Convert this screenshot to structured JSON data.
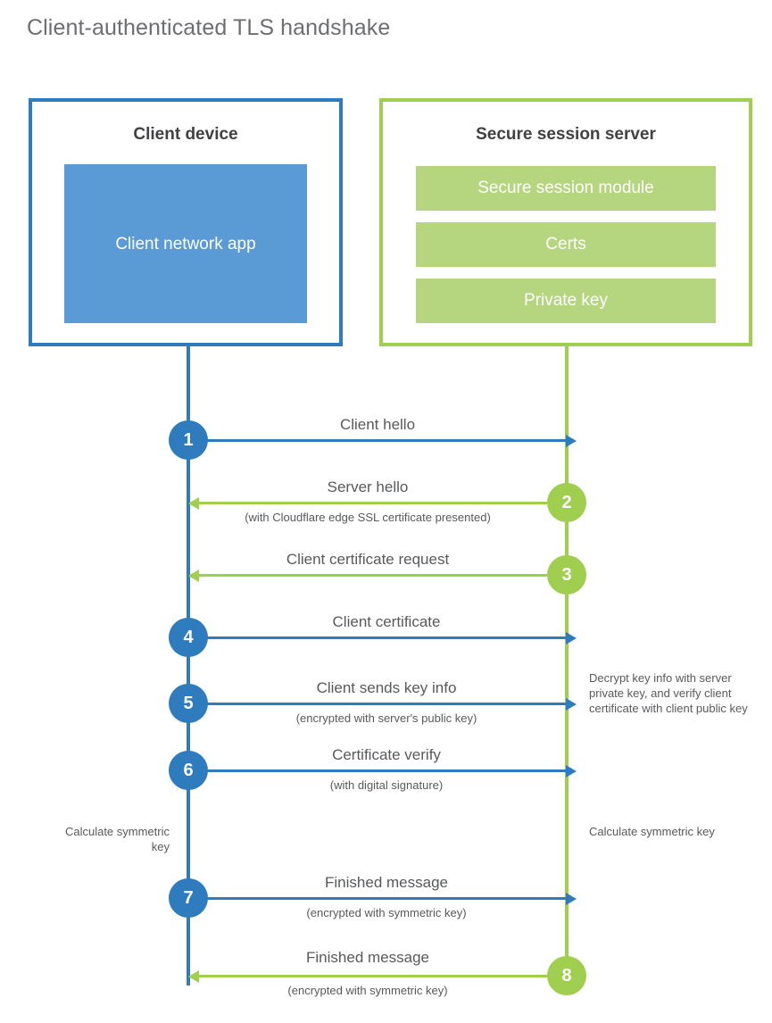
{
  "page": {
    "title": "Client-authenticated TLS handshake"
  },
  "colors": {
    "client_blue": "#2E7CBD",
    "client_app_fill": "#5B9BD5",
    "server_green": "#A0CE4E",
    "server_bar_fill": "#B5D67E",
    "text_gray": "#58595b",
    "heading_gray": "#6d6e71",
    "box_title_gray": "#414042"
  },
  "client": {
    "title": "Client device",
    "app_label": "Client network app"
  },
  "server": {
    "title": "Secure session server",
    "components": [
      {
        "label": "Secure session module"
      },
      {
        "label": "Certs"
      },
      {
        "label": "Private key"
      }
    ]
  },
  "notes": {
    "server_decrypt": "Decrypt key info with server private key, and verify client certificate with client public key",
    "client_calculate": "Calculate symmetric key",
    "server_calculate": "Calculate symmetric key"
  },
  "steps": [
    {
      "number": "1",
      "label": "Client hello",
      "sublabel": "",
      "direction": "client-to-server",
      "color": "blue"
    },
    {
      "number": "2",
      "label": "Server hello",
      "sublabel": "(with Cloudflare edge SSL certificate presented)",
      "direction": "server-to-client",
      "color": "green"
    },
    {
      "number": "3",
      "label": "Client certificate request",
      "sublabel": "",
      "direction": "server-to-client",
      "color": "green"
    },
    {
      "number": "4",
      "label": "Client certificate",
      "sublabel": "",
      "direction": "client-to-server",
      "color": "blue"
    },
    {
      "number": "5",
      "label": "Client sends key info",
      "sublabel": "(encrypted with server's public key)",
      "direction": "client-to-server",
      "color": "blue"
    },
    {
      "number": "6",
      "label": "Certificate verify",
      "sublabel": "(with digital signature)",
      "direction": "client-to-server",
      "color": "blue"
    },
    {
      "number": "7",
      "label": "Finished message",
      "sublabel": "(encrypted with symmetric key)",
      "direction": "client-to-server",
      "color": "blue"
    },
    {
      "number": "8",
      "label": "Finished message",
      "sublabel": "(encrypted with symmetric key)",
      "direction": "server-to-client",
      "color": "green"
    }
  ]
}
